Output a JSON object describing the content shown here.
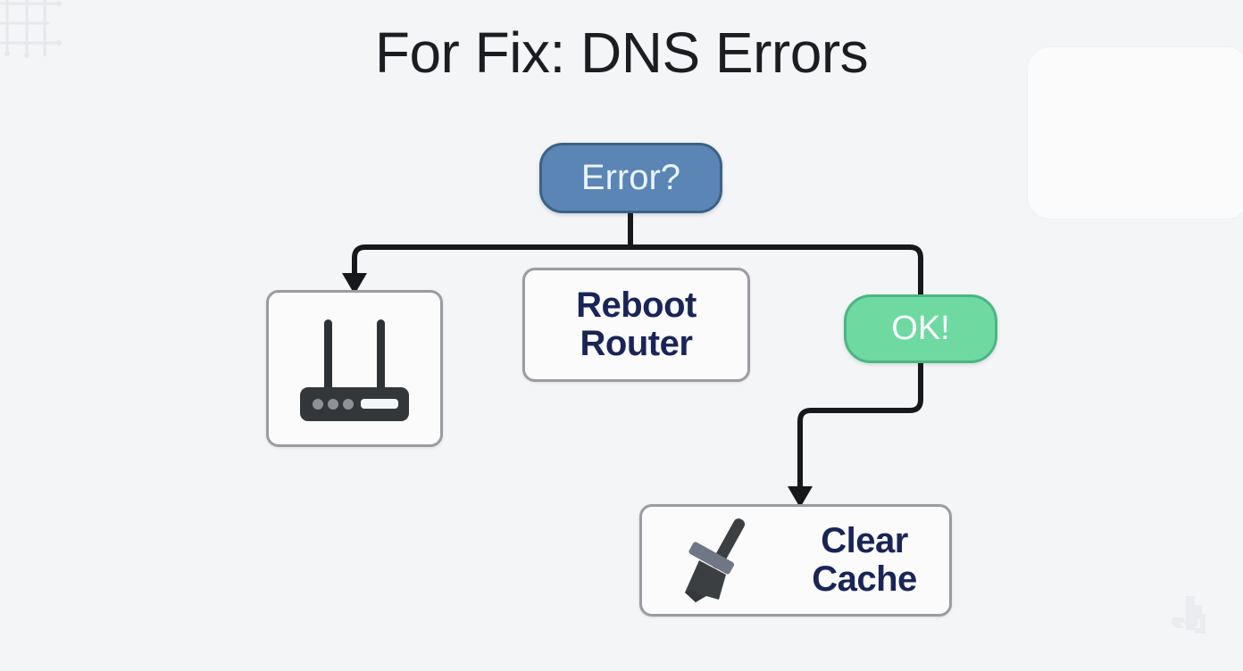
{
  "page": {
    "title": "For Fix: DNS Errors",
    "background_color": "#f4f5f7",
    "title_color": "#1b1d21"
  },
  "diagram": {
    "type": "flowchart",
    "nodes": [
      {
        "id": "error",
        "label": "Error?",
        "shape": "rounded-pill",
        "role": "decision",
        "fill": "#5b85b4",
        "border": "#3c6285",
        "text_color": "#eaf3fb"
      },
      {
        "id": "router-icon",
        "label": "",
        "shape": "rounded-card",
        "role": "icon-card",
        "icon": "wifi-router-icon",
        "fill": "#fbfbfc",
        "border": "#9b9ba0"
      },
      {
        "id": "reboot",
        "label_line1": "Reboot",
        "label_line2": "Router",
        "shape": "rounded-card",
        "role": "action",
        "fill": "#fbfbfc",
        "border": "#9b9ba0",
        "text_color": "#1a2456"
      },
      {
        "id": "ok",
        "label": "OK!",
        "shape": "rounded-pill",
        "role": "success",
        "fill": "#6fd9a2",
        "border": "#4cb584",
        "text_color": "#ffffff"
      },
      {
        "id": "clear-cache",
        "label_line1": "Clear",
        "label_line2": "Cache",
        "shape": "rounded-card",
        "role": "action",
        "icon": "broom-icon",
        "fill": "#fbfbfc",
        "border": "#9b9ba0",
        "text_color": "#1a2456"
      }
    ],
    "edges": [
      {
        "from": "error",
        "to": "router-icon",
        "style": "orthogonal",
        "arrow": true
      },
      {
        "from": "error",
        "to": "ok",
        "style": "orthogonal",
        "arrow": false
      },
      {
        "from": "ok",
        "to": "clear-cache",
        "style": "orthogonal",
        "arrow": true
      }
    ],
    "edge_color": "#16181c"
  },
  "decorations": {
    "grid_mark": "grid-decoration",
    "panel": "blank-rounded-panel",
    "watermark": "brand-watermark-logo"
  }
}
